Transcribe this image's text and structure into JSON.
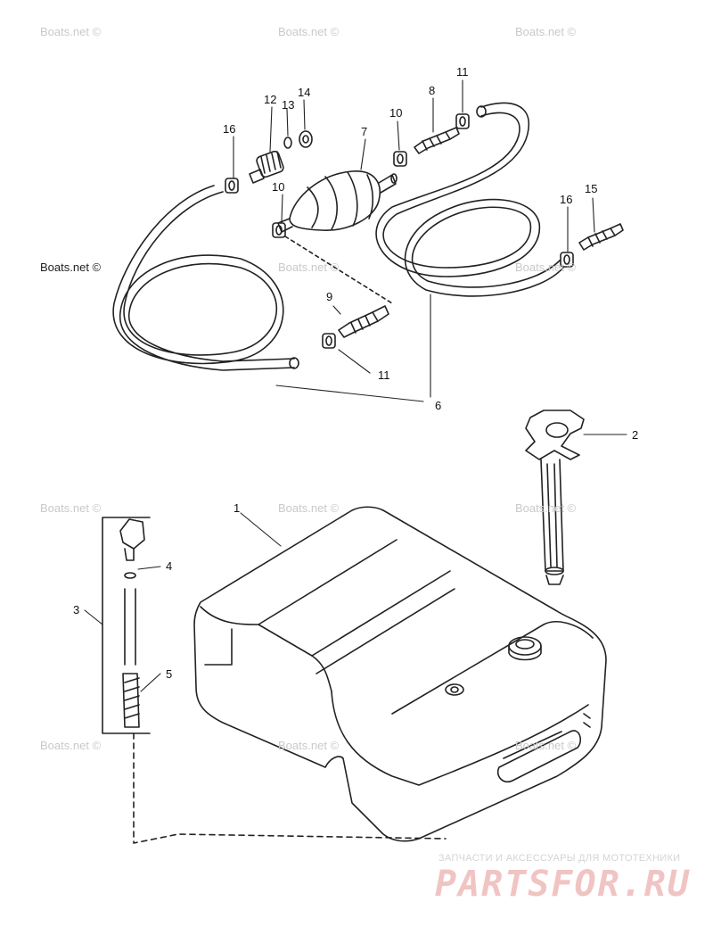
{
  "watermark": "Boats.net ©",
  "callouts": {
    "c1": "1",
    "c2": "2",
    "c3": "3",
    "c4": "4",
    "c5": "5",
    "c6": "6",
    "c7": "7",
    "c8": "8",
    "c9": "9",
    "c10a": "10",
    "c10b": "10",
    "c11a": "11",
    "c11b": "11",
    "c12": "12",
    "c13": "13",
    "c14": "14",
    "c15": "15",
    "c16a": "16",
    "c16b": "16"
  },
  "branding": {
    "subtitle": "ЗАПЧАСТИ И АКСЕССУАРЫ ДЛЯ МОТОТЕХНИКИ",
    "logo": "PARTSFOR.RU"
  }
}
